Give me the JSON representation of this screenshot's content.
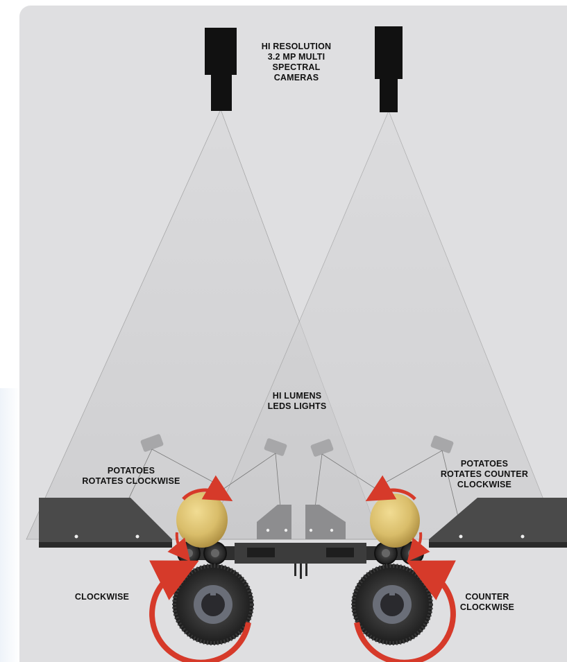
{
  "labels": {
    "cameras": [
      "HI RESOLUTION",
      "3.2 MP MULTI",
      "SPECTRAL",
      "CAMERAS"
    ],
    "leds": [
      "HI LUMENS",
      "LEDS LIGHTS"
    ],
    "potatoes_left": [
      "POTATOES",
      "ROTATES CLOCKWISE"
    ],
    "potatoes_right": [
      "POTATOES",
      "ROTATES COUNTER",
      "CLOCKWISE"
    ],
    "roller_left": [
      "CLOCKWISE"
    ],
    "roller_right": [
      "COUNTER",
      "CLOCKWISE"
    ]
  },
  "colors": {
    "background": "#dfdfe1",
    "camera": "#111111",
    "arrow": "#d63a2a",
    "roller": "#2c2c2c",
    "potato": "#d9bd6a",
    "conveyor": "#4a4a4a"
  },
  "icons": [
    "camera-icon",
    "led-light-icon",
    "potato-icon",
    "rotation-arrow-icon",
    "roller-icon"
  ]
}
